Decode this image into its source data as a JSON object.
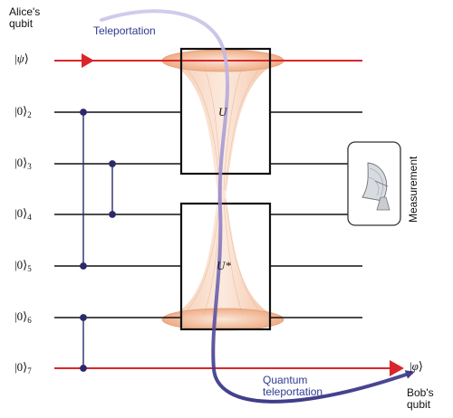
{
  "labels": {
    "alice": [
      "Alice's",
      "qubit"
    ],
    "bob": [
      "Bob's",
      "qubit"
    ],
    "teleportation": "Teleportation",
    "quantum_teleportation": [
      "Quantum",
      "teleportation"
    ],
    "measurement": "Measurement"
  },
  "qubits": [
    {
      "ket": "ψ",
      "sub": ""
    },
    {
      "ket": "0",
      "sub": "2"
    },
    {
      "ket": "0",
      "sub": "3"
    },
    {
      "ket": "0",
      "sub": "4"
    },
    {
      "ket": "0",
      "sub": "5"
    },
    {
      "ket": "0",
      "sub": "6"
    },
    {
      "ket": "0",
      "sub": "7"
    }
  ],
  "output_ket": "φ",
  "gates": {
    "top": "U",
    "bottom": "U*"
  },
  "colors": {
    "red_wire": "#d9262c",
    "wire": "#111111",
    "control": "#2a2a6a",
    "path": "#8878c0",
    "wormhole": "#f0b89a"
  }
}
